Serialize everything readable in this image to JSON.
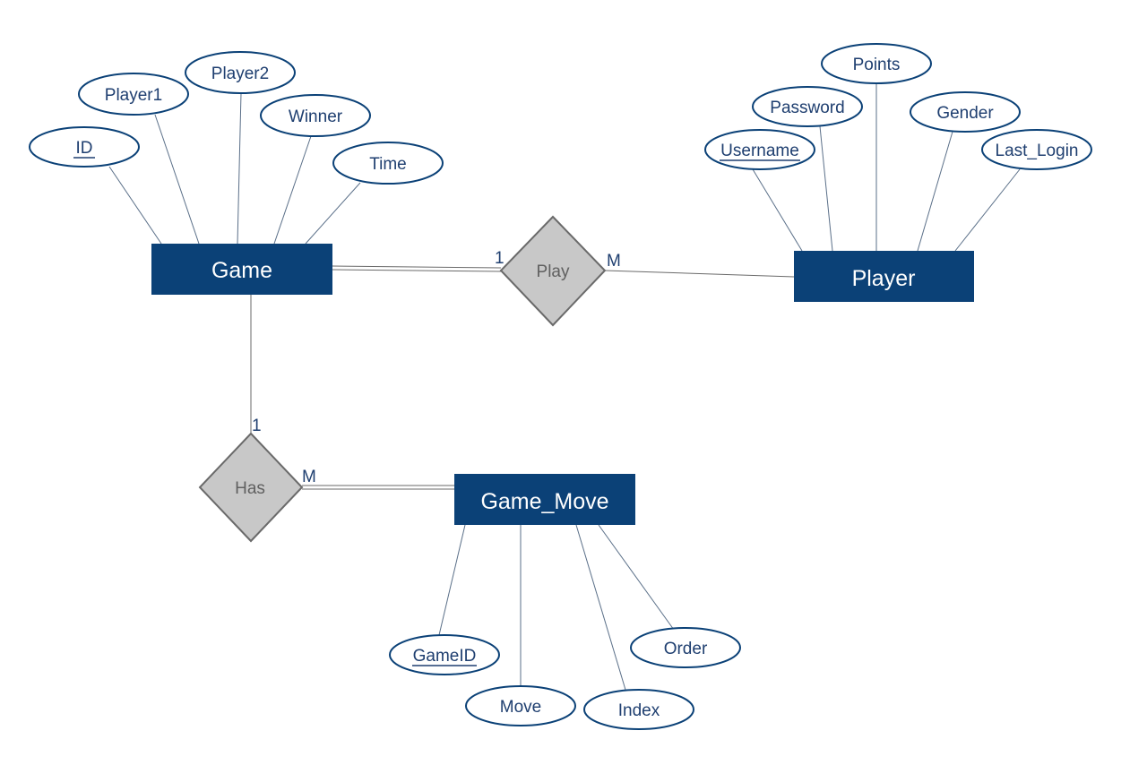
{
  "entities": {
    "game": "Game",
    "player": "Player",
    "game_move": "Game_Move"
  },
  "relationships": {
    "play": "Play",
    "has": "Has"
  },
  "attributes": {
    "game_id": "ID",
    "game_player1": "Player1",
    "game_player2": "Player2",
    "game_winner": "Winner",
    "game_time": "Time",
    "player_username": "Username",
    "player_password": "Password",
    "player_points": "Points",
    "player_gender": "Gender",
    "player_last_login": "Last_Login",
    "move_gameid": "GameID",
    "move_move": "Move",
    "move_index": "Index",
    "move_order": "Order"
  },
  "cardinalities": {
    "play_game": "1",
    "play_player": "M",
    "has_game": "1",
    "has_move": "M"
  },
  "colors": {
    "entity_fill": "#0b4177",
    "attribute_stroke": "#0b4177",
    "relationship_fill": "#c8c8c8",
    "relationship_stroke": "#6a6a6a",
    "line": "#555555"
  }
}
